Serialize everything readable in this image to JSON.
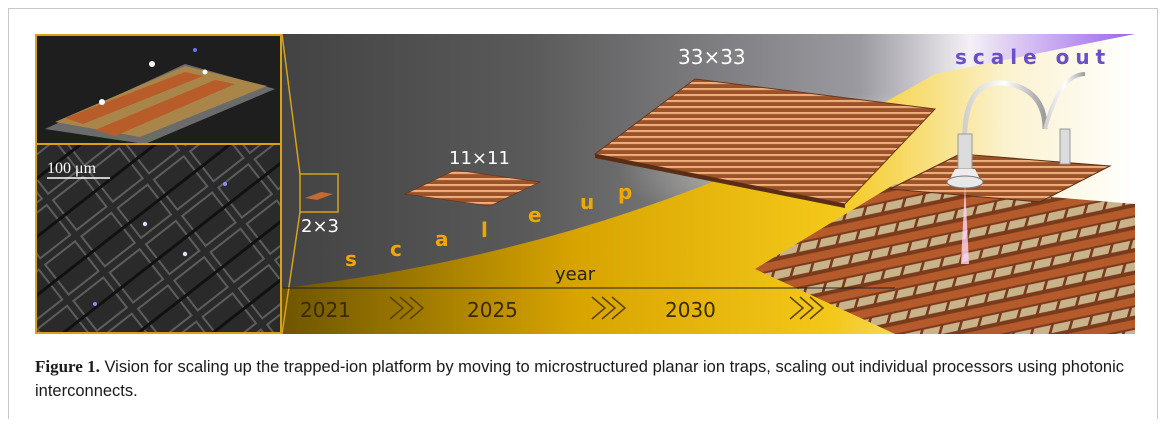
{
  "figure": {
    "labels": {
      "grid_33": "33×33",
      "grid_11": "11×11",
      "grid_2": "2×3",
      "scale_bar": "100 μm",
      "year_axis": "year",
      "scale_out": "scale out"
    },
    "scale_up_letters": [
      "s",
      "c",
      "a",
      "l",
      "e",
      "u",
      "p"
    ],
    "years": [
      "2021",
      "2025",
      "2030"
    ],
    "colors": {
      "gold": "#e0a800",
      "copper": "#c46a32",
      "purple": "#8a4fe0",
      "dark_bg": "#4a4a4a"
    }
  },
  "caption": {
    "label": "Figure 1.",
    "text": " Vision for scaling up the trapped-ion platform by moving to microstructured planar ion traps, scaling out individual processors using photonic interconnects."
  }
}
